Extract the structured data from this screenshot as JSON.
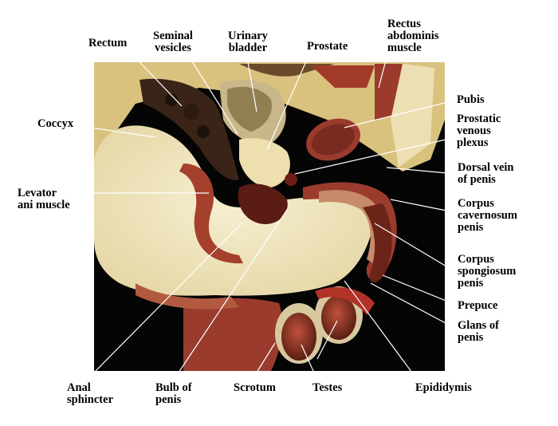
{
  "labels": {
    "rectum": [
      "Rectum"
    ],
    "seminal_vesicles": [
      "Seminal",
      "vesicles"
    ],
    "urinary_bladder": [
      "Urinary",
      "bladder"
    ],
    "prostate": [
      "Prostate"
    ],
    "rectus_abdominis": [
      "Rectus",
      "abdominis",
      "muscle"
    ],
    "pubis": [
      "Pubis"
    ],
    "prostatic_venous_plexus": [
      "Prostatic",
      "venous",
      "plexus"
    ],
    "coccyx": [
      "Coccyx"
    ],
    "dorsal_vein": [
      "Dorsal vein",
      "of penis"
    ],
    "levator_ani": [
      "Levator",
      "ani muscle"
    ],
    "corpus_cavernosum": [
      "Corpus",
      "cavernosum",
      "penis"
    ],
    "corpus_spongiosum": [
      "Corpus",
      "spongiosum",
      "penis"
    ],
    "prepuce": [
      "Prepuce"
    ],
    "glans": [
      "Glans of",
      "penis"
    ],
    "anal_sphincter": [
      "Anal",
      "sphincter"
    ],
    "bulb_of_penis": [
      "Bulb of",
      "penis"
    ],
    "scrotum": [
      "Scrotum"
    ],
    "testes": [
      "Testes"
    ],
    "epididymis": [
      "Epididymis"
    ]
  },
  "colors": {
    "background": "#ffffff",
    "photo_bg": "#050505",
    "fat": "#efe6c2",
    "muscle": "#9a3b2e",
    "dark_tissue": "#3a2418",
    "blood": "#b23228",
    "leader_line": "#ffffff"
  }
}
